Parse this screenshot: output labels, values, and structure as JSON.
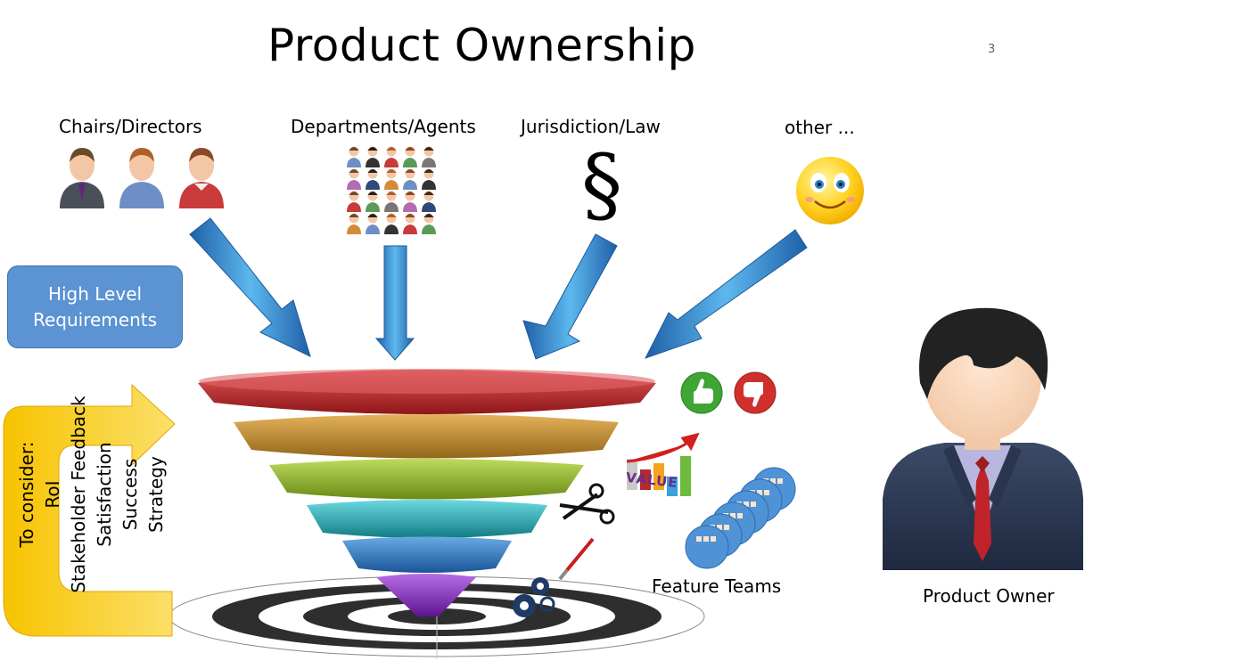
{
  "slide": {
    "title": "Product Ownership",
    "page_number": "3"
  },
  "stakeholders": [
    {
      "label": "Chairs/Directors",
      "icon": "people-icon"
    },
    {
      "label": "Departments/Agents",
      "icon": "people-grid-icon"
    },
    {
      "label": "Jurisdiction/Law",
      "icon": "section-sign-icon"
    },
    {
      "label": "other ...",
      "icon": "smiley-icon"
    }
  ],
  "section_symbol": "§",
  "requirements_box": {
    "line1": "High Level",
    "line2": "Requirements"
  },
  "considerations": {
    "heading": "To consider:",
    "items": [
      "RoI",
      "Stakeholder Feedback",
      "Satisfaction",
      "Success",
      "Strategy"
    ]
  },
  "value_badge": "VALUE",
  "feature_teams_label": "Feature Teams",
  "product_owner_label": "Product Owner",
  "colors": {
    "box_fill": "#5b93d3",
    "arrow_blue": "#4a8fd6",
    "feedback_arrow": "#f5b800",
    "funnel_layers": [
      "#c0282c",
      "#c8912a",
      "#93b52b",
      "#27b2b9",
      "#2f7dc9",
      "#8a32c4"
    ],
    "thumb_up": "#3fa535",
    "thumb_down": "#d0302c"
  }
}
